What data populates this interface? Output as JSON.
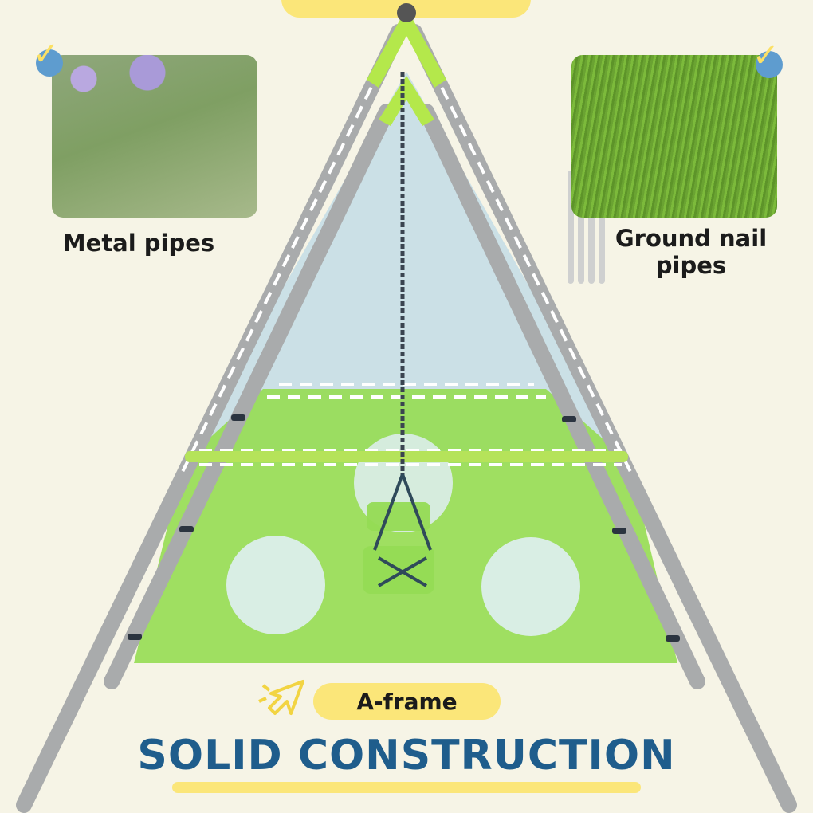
{
  "features": {
    "left": {
      "label": "Metal pipes",
      "icon": "check-icon"
    },
    "right": {
      "label_line1": "Ground nail",
      "label_line2": "pipes",
      "icon": "check-icon"
    }
  },
  "tag": {
    "label": "A-frame",
    "icon": "cursor-arrow-icon"
  },
  "headline": "SOLID CONSTRUCTION",
  "colors": {
    "background": "#f6f4e6",
    "accent_yellow": "#fbe679",
    "headline_blue": "#1f5d8c",
    "frame_green": "#a8e04a",
    "check_blue": "#5e9ccf"
  }
}
